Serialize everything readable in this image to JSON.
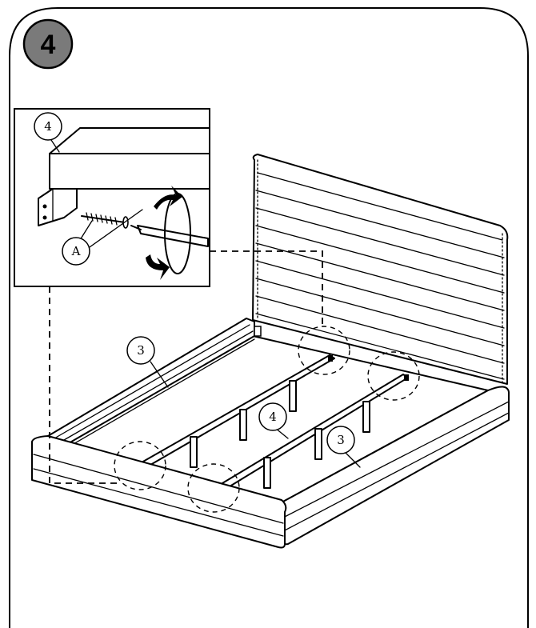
{
  "step": {
    "number": "4"
  },
  "callouts": {
    "rail_left": "3",
    "rail_right": "3",
    "slat": "4",
    "inset_part": "4",
    "screw": "A"
  },
  "colors": {
    "step_badge_fill": "#7a7a7a",
    "line": "#000000",
    "paper": "#ffffff"
  }
}
